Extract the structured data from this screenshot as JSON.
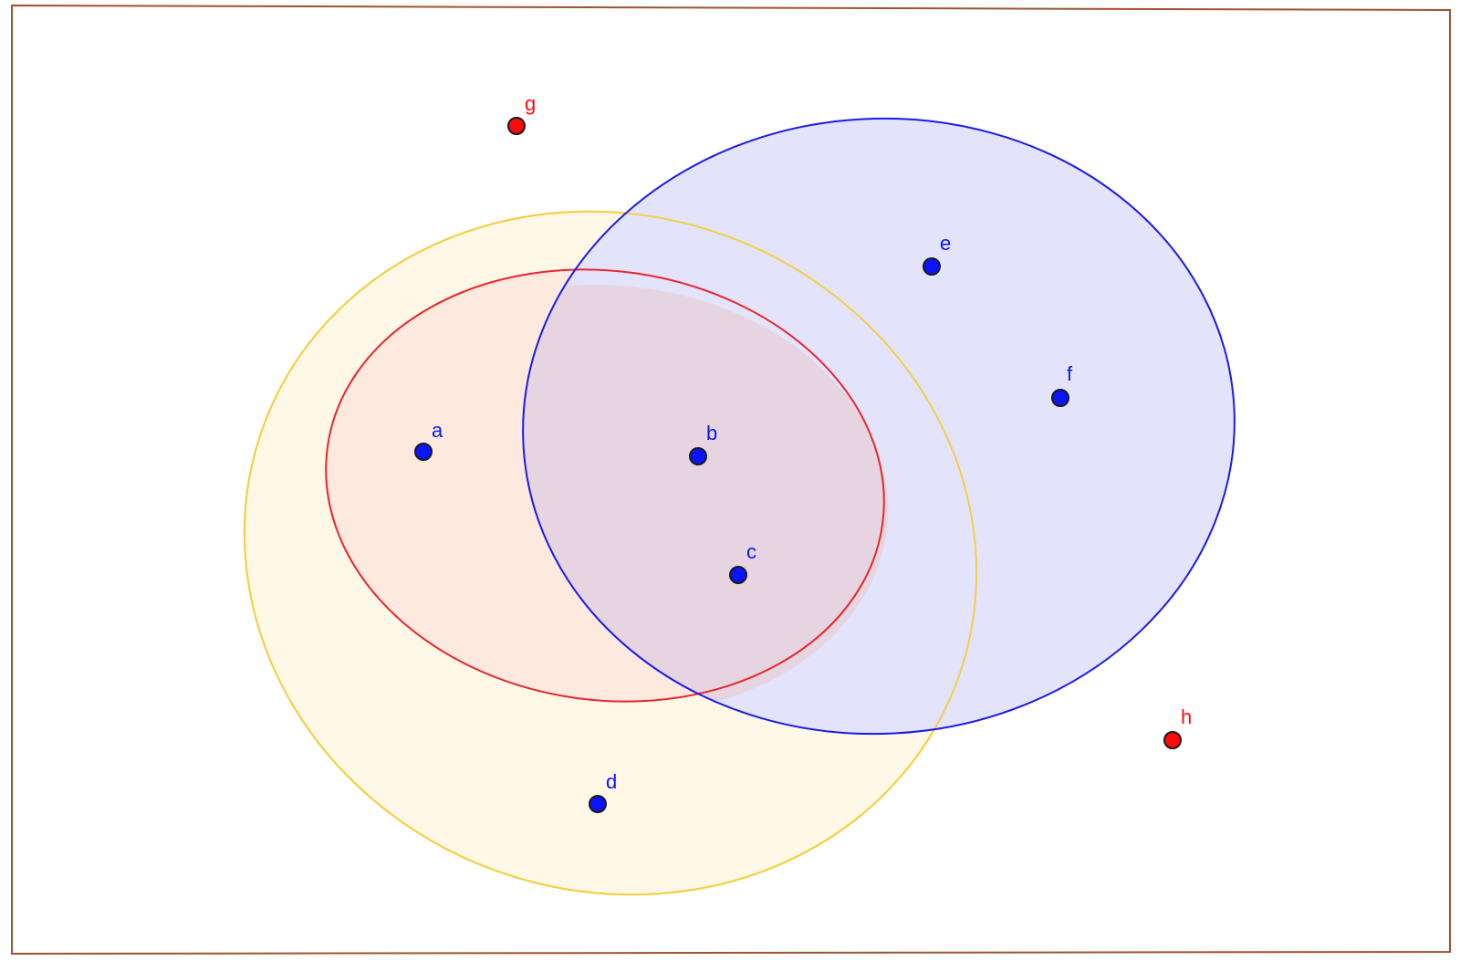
{
  "diagram": {
    "colors": {
      "frame": "#a0522d",
      "blue_set": "#1a1aee",
      "blue_fill": "#e3e3fb",
      "yellow_set": "#f5cf45",
      "yellow_fill": "#fff8e7",
      "red_set": "#e8262b",
      "red_fill": "#fde9dd",
      "overlap_fill": "#e6d5e1",
      "member_point": "#0a14ff",
      "outside_point": "#ff0a0a",
      "point_outline": "#1a1a1a"
    },
    "sets": [
      {
        "id": "yellow",
        "color": "#f5cf45",
        "fill": "#fff8e7"
      },
      {
        "id": "red",
        "color": "#e8262b",
        "fill": "#fde9dd"
      },
      {
        "id": "blue",
        "color": "#1a1aee",
        "fill": "#e3e3fb"
      }
    ],
    "points": [
      {
        "label": "a",
        "color": "#0a14ff"
      },
      {
        "label": "b",
        "color": "#0a14ff"
      },
      {
        "label": "c",
        "color": "#0a14ff"
      },
      {
        "label": "d",
        "color": "#0a14ff"
      },
      {
        "label": "e",
        "color": "#0a14ff"
      },
      {
        "label": "f",
        "color": "#0a14ff"
      },
      {
        "label": "g",
        "color": "#ff0a0a"
      },
      {
        "label": "h",
        "color": "#ff0a0a"
      }
    ]
  }
}
